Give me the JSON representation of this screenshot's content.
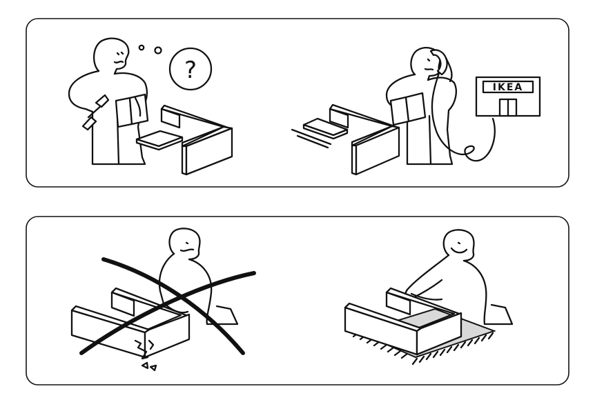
{
  "panels": [
    {
      "id": "top",
      "scenes": [
        {
          "id": "confused-person",
          "thought_bubble_symbol": "?"
        },
        {
          "id": "calling-store",
          "store_sign": "IKEA"
        }
      ]
    },
    {
      "id": "bottom",
      "scenes": [
        {
          "id": "hard-floor-crossed-out"
        },
        {
          "id": "on-rug-correct"
        }
      ]
    }
  ],
  "colors": {
    "line": "#111111",
    "background": "#ffffff",
    "rug": "#d9d9d9"
  },
  "icons": [
    "question-mark-icon",
    "telephone-icon",
    "store-icon",
    "cross-out-icon"
  ]
}
